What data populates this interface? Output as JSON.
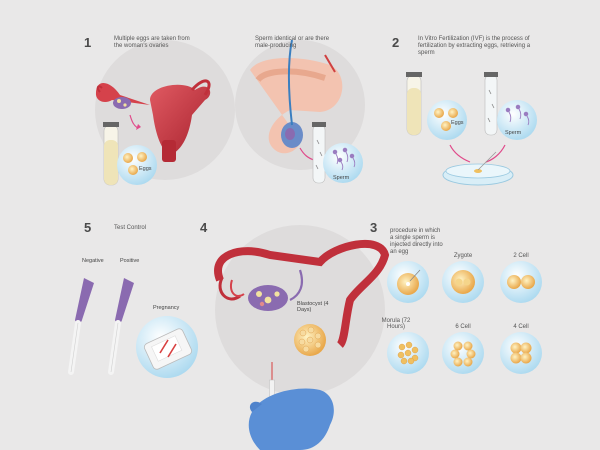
{
  "steps": {
    "step1": {
      "number": "1",
      "caption": "Multiple eggs are taken from the woman's ovaries",
      "eggs_label": "Eggs"
    },
    "male": {
      "caption": "Sperm identical or are there male-producing",
      "sperm_label": "Sperm"
    },
    "step2": {
      "number": "2",
      "caption": "In Vitro Fertilization (IVF) is the process of fertilization by extracting eggs, retrieving a sperm",
      "eggs_label": "Eggs",
      "sperm_label": "Sperm"
    },
    "step3": {
      "number": "3",
      "caption": "procedure in which a single sperm is injected directly into an egg",
      "stages": [
        {
          "label": "Zygote"
        },
        {
          "label": "2 Cell"
        },
        {
          "label": "Morula (72 Hours)"
        },
        {
          "label": "6 Cell"
        },
        {
          "label": "4 Cell"
        }
      ]
    },
    "step4": {
      "number": "4",
      "blastocyst_label": "Blastocyst (4 Days)"
    },
    "step5": {
      "number": "5",
      "caption": "Test Control",
      "negative_label": "Negative",
      "positive_label": "Positive",
      "pregnancy_label": "Pregnancy"
    }
  },
  "colors": {
    "background": "#e9e8e8",
    "circle": "#dcdada",
    "uterus": "#c0303b",
    "ovary": "#8a6bb0",
    "bubble": "#bfe3f3",
    "egg": "#f0c060",
    "glove": "#5a8fd6",
    "test_purple": "#8a6ab0"
  }
}
